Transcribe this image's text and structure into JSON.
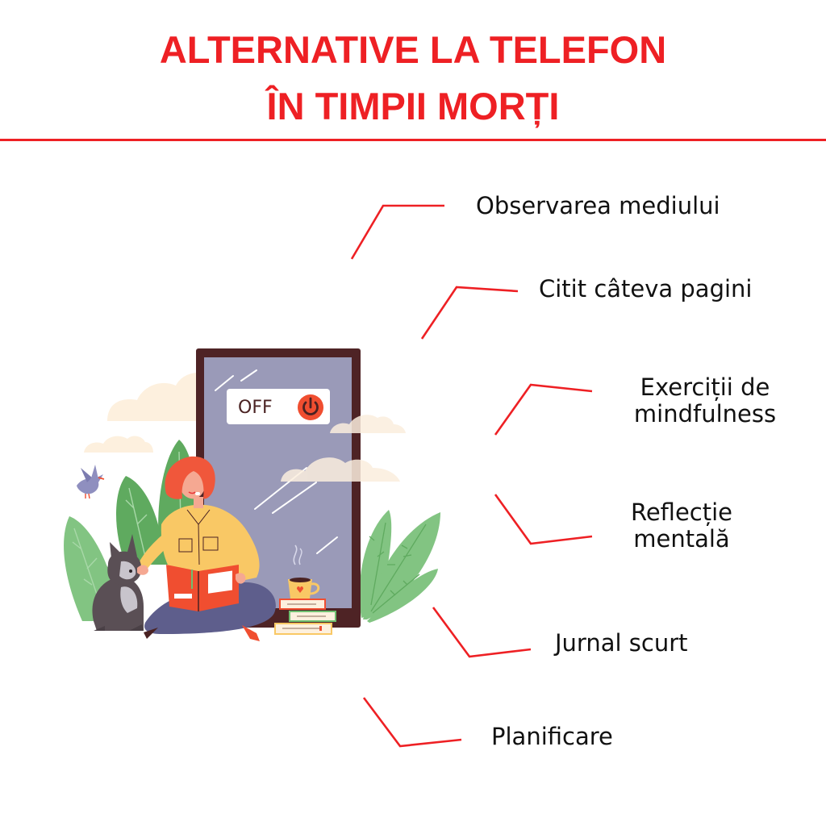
{
  "header": {
    "title_line1": "ALTERNATIVE LA TELEFON",
    "title_line2": "ÎN TIMPII MORȚI"
  },
  "illustration": {
    "phone_screen_label": "OFF",
    "icons": [
      "power-icon",
      "book-icon",
      "coffee-cup-icon",
      "dog-icon",
      "bird-icon",
      "cloud-icon",
      "leaf-icon"
    ]
  },
  "alternatives": [
    {
      "label": "Observarea mediului"
    },
    {
      "label": "Citit câteva pagini"
    },
    {
      "label_line1": "Exerciții de",
      "label_line2": "mindfulness"
    },
    {
      "label_line1": "Reflecție",
      "label_line2": "mentală"
    },
    {
      "label": "Jurnal scurt"
    },
    {
      "label": "Planificare"
    }
  ],
  "colors": {
    "accent": "#ee2024",
    "text": "#111111",
    "phone_frame": "#4e2325",
    "phone_screen": "#9a9ab8",
    "power_button": "#f04e30",
    "leaf_dark": "#5faa5f",
    "leaf_light": "#82c482",
    "cloud": "#fdf0de"
  }
}
